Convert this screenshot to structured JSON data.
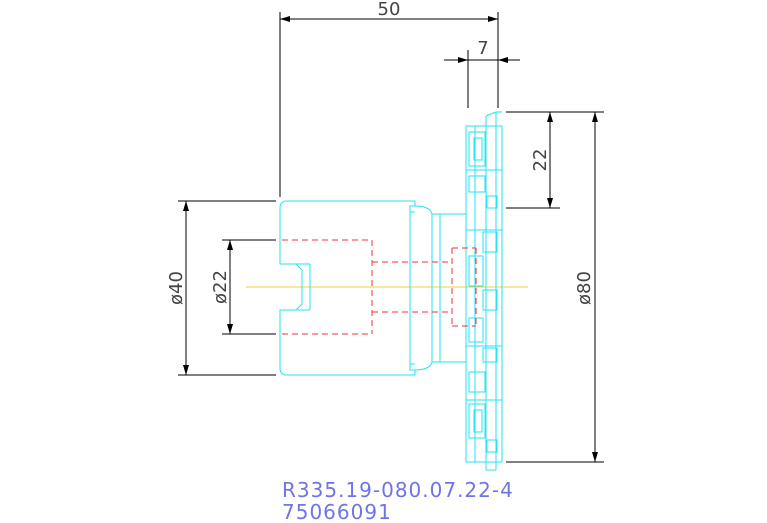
{
  "drawing": {
    "dimensions": {
      "overall_length": "50",
      "flange_thickness": "7",
      "slot_pitch": "22",
      "shank_diameter": "ø40",
      "bore_diameter": "ø22",
      "cutter_diameter": "ø80"
    },
    "part_number": "R335.19-080.07.22-4",
    "item_code": "75066091"
  },
  "colors": {
    "outline": "#22e6ec",
    "hidden_lines": "#ee3333",
    "center_line": "#f2d23a",
    "dimension_lines": "#000000",
    "label_text": "#6f74e6"
  }
}
